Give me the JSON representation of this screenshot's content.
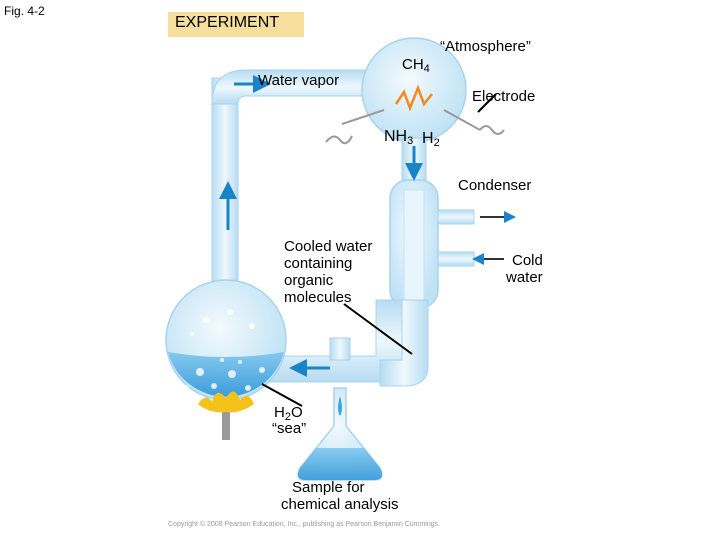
{
  "figure_label": "Fig. 4-2",
  "banner": "EXPERIMENT",
  "labels": {
    "atmosphere": "“Atmosphere”",
    "ch4_main": "CH",
    "ch4_sub": "4",
    "water_vapor": "Water vapor",
    "electrode": "Electrode",
    "nh3_main": "NH",
    "nh3_sub": "3",
    "h2_main": "H",
    "h2_sub": "2",
    "condenser": "Condenser",
    "cooled_water": [
      "Cooled water",
      "containing",
      "organic",
      "molecules"
    ],
    "cold_water": [
      "Cold",
      "water"
    ],
    "h2o_main": "H",
    "h2o_sub": "2",
    "h2o_tail": "O",
    "sea": "“sea”",
    "sample": [
      "Sample for",
      "chemical analysis"
    ]
  },
  "copyright": "Copyright © 2008 Pearson Education, Inc., publishing as Pearson Benjamin Cummings.",
  "colors": {
    "banner": "#f6de9c",
    "glass": "#d7eef9",
    "glass_edge": "#a9d3ec",
    "water": "#3fa6e0",
    "arrow": "#1a84c8",
    "flame": "#f5c21b",
    "spark": "#f28a1c"
  }
}
